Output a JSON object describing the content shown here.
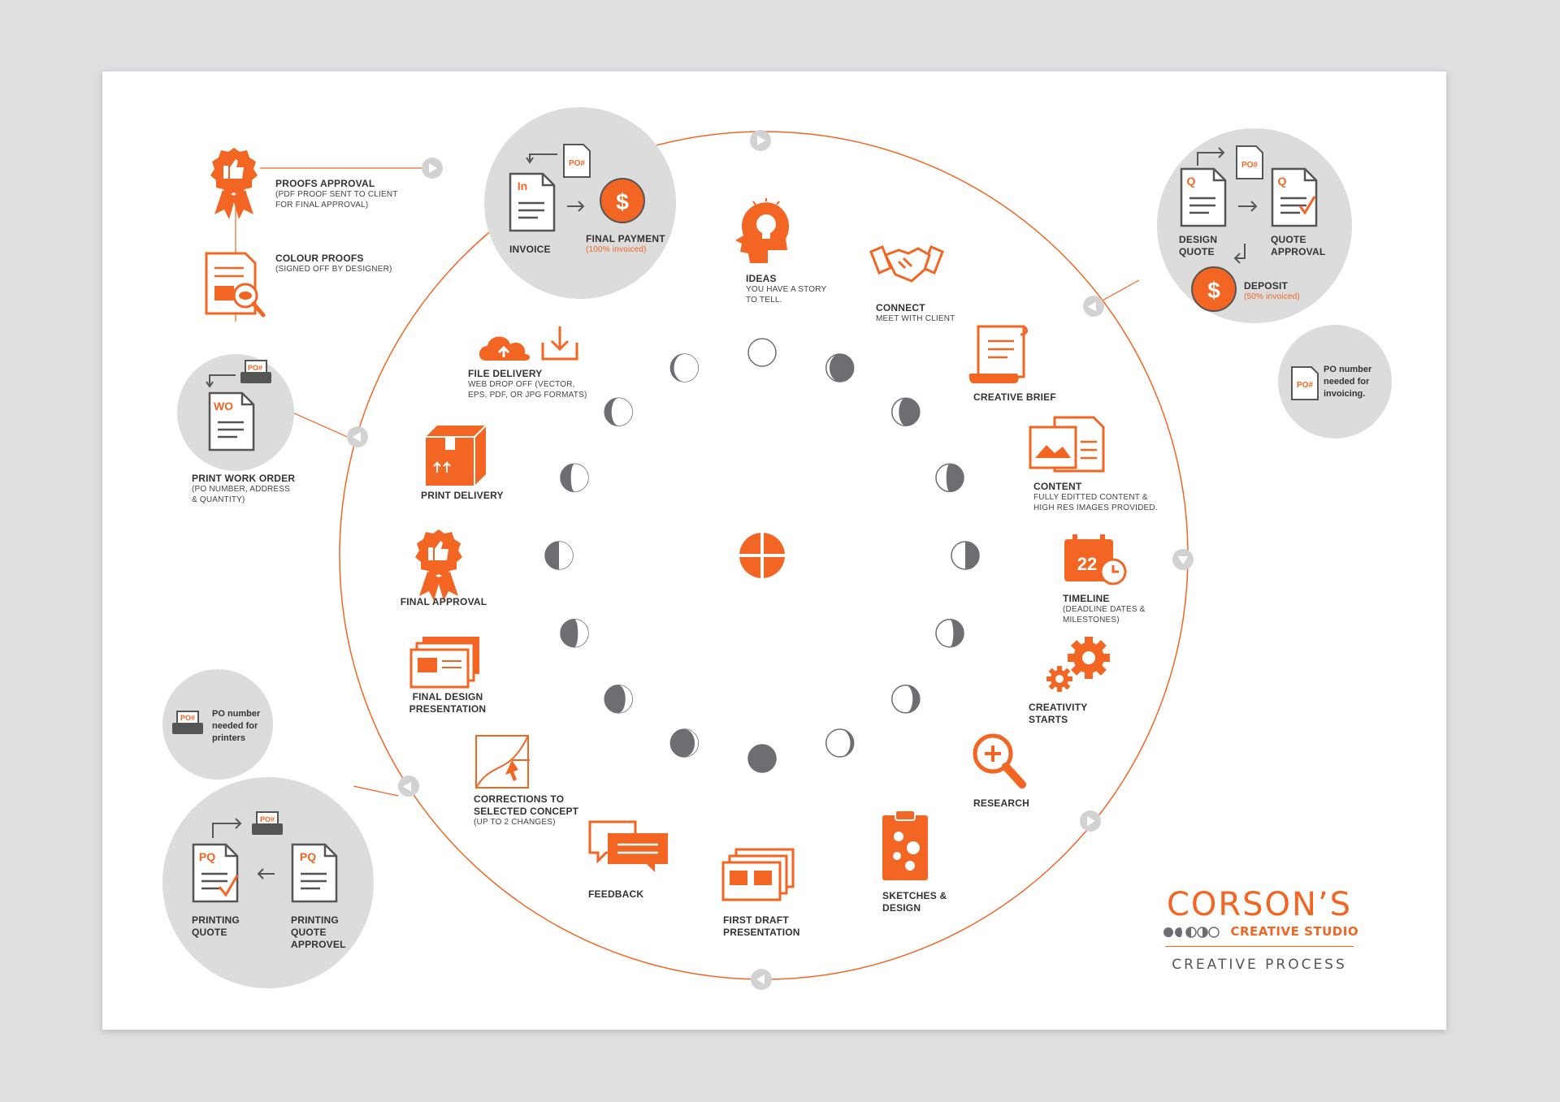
{
  "steps": {
    "ideas": {
      "title": "IDEAS",
      "sub": "YOU HAVE A STORY TO TELL."
    },
    "connect": {
      "title": "CONNECT",
      "sub": "MEET  WITH CLIENT"
    },
    "creative_brief": {
      "title": "CREATIVE BRIEF"
    },
    "content": {
      "title": "CONTENT",
      "sub": "FULLY EDITTED CONTENT & HIGH RES IMAGES PROVIDED."
    },
    "timeline": {
      "title": "TIMELINE",
      "sub": "(DEADLINE DATES & MILESTONES)",
      "day": "22"
    },
    "creativity": {
      "title": "CREATIVITY STARTS"
    },
    "research": {
      "title": "RESEARCH"
    },
    "sketches": {
      "title": "SKETCHES & DESIGN"
    },
    "first_draft": {
      "title": "FIRST DRAFT PRESENTATION"
    },
    "feedback": {
      "title": "FEEDBACK"
    },
    "corrections": {
      "title": "CORRECTIONS TO SELECTED CONCEPT",
      "sub": "(UP TO 2 CHANGES)"
    },
    "final_design": {
      "title": "FINAL DESIGN PRESENTATION"
    },
    "final_approval": {
      "title": "FINAL  APPROVAL"
    },
    "print_delivery": {
      "title": "PRINT DELIVERY"
    },
    "file_delivery": {
      "title": "FILE DELIVERY",
      "sub": "WEB DROP OFF (VECTOR, EPS, PDF, OR JPG FORMATS)"
    }
  },
  "side": {
    "proofs_approval": {
      "title": "PROOFS APPROVAL",
      "sub": "(PDF PROOF SENT TO CLIENT FOR FINAL APPROVAL)"
    },
    "colour_proofs": {
      "title": "COLOUR PROOFS",
      "sub": "(SIGNED OFF BY DESIGNER)"
    },
    "print_work_order": {
      "title": "PRINT  WORK ORDER",
      "sub": "(PO NUMBER, ADDRESS & QUANTITY)"
    },
    "invoice": {
      "title": "INVOICE"
    },
    "final_payment": {
      "title": "FINAL PAYMENT",
      "sub": "(100% invoiced)"
    },
    "design_quote": {
      "title": "DESIGN QUOTE"
    },
    "quote_approval": {
      "title": "QUOTE APPROVAL"
    },
    "deposit": {
      "title": "DEPOSIT",
      "sub": "(50% invoiced)"
    },
    "po_invoicing": "PO number needed for invoicing.",
    "po_printers": "PO number needed for printers",
    "printing_quote": {
      "title": "PRINTING QUOTE"
    },
    "printing_quote_approval": {
      "title": "PRINTING QUOTE APPROVEL"
    }
  },
  "doc_codes": {
    "po": "PO#",
    "in": "In",
    "wo": "WO",
    "q": "Q",
    "pq": "PQ",
    "dollar": "$"
  },
  "brand": {
    "name": "CORSON’S",
    "sub": "CREATIVE STUDIO",
    "process": "CREATIVE PROCESS"
  },
  "colors": {
    "accent": "#f26522",
    "gray": "#5a5a5a",
    "light_gray": "#dcdcdc",
    "moon": "#6d6e71"
  }
}
